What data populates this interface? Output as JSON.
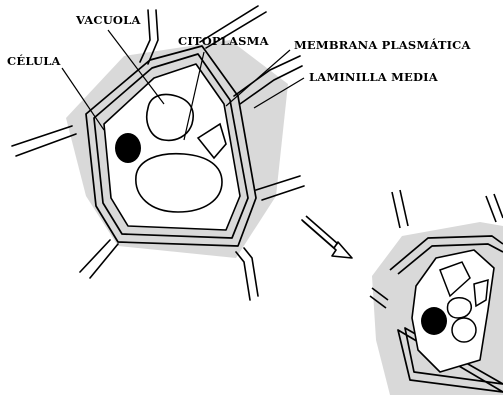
{
  "diagram": {
    "labels": {
      "celula": "CÉLULA",
      "vacuola": "VACUOLA",
      "citoplasma": "CITOPLASMA",
      "membrana": "MEMBRANA PLASMÁTICA",
      "laminilla": "LAMINILLA MEDIA"
    },
    "colors": {
      "wall_fill": "#d9d9d9",
      "outline": "#000000",
      "nucleus": "#000000",
      "background": "#ffffff"
    }
  }
}
